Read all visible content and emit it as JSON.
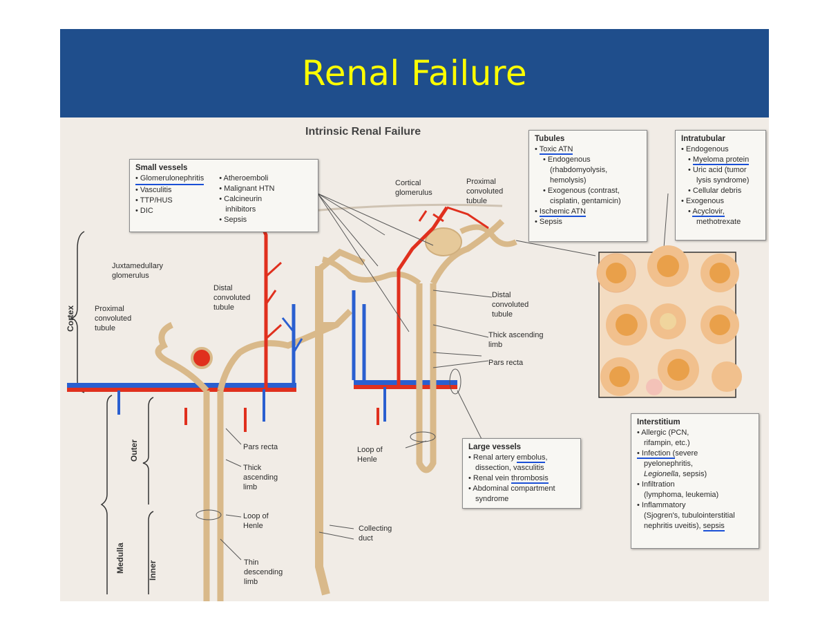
{
  "slide": {
    "title": "Renal Failure"
  },
  "diagram": {
    "title": "Intrinsic Renal Failure",
    "small_vessels": {
      "title": "Small vessels",
      "left_items": [
        "• Glomerulonephritis",
        "• Vasculitis",
        "• TTP/HUS",
        "• DIC"
      ],
      "right_items": [
        "• Atheroemboli",
        "• Malignant HTN",
        "• Calcineurin",
        "inhibitors",
        "• Sepsis"
      ]
    },
    "tubules": {
      "title": "Tubules",
      "toxic": "Toxic ATN",
      "endogenous": "• Endogenous",
      "endogenous_detail_1": "(rhabdomyolysis,",
      "endogenous_detail_2": "hemolysis)",
      "exogenous": "• Exogenous (contrast,",
      "exogenous_detail": "cisplatin, gentamicin)",
      "ischemic": "Ischemic ATN",
      "sepsis": "• Sepsis"
    },
    "intratubular": {
      "title": "Intratubular",
      "endogenous": "• Endogenous",
      "myeloma": "Myeloma protein",
      "uric": "• Uric acid (tumor",
      "uric_detail": "lysis syndrome)",
      "debris": "• Cellular debris",
      "exogenous": "• Exogenous",
      "acyclovir": "Acyclovir,",
      "methotrexate": "methotrexate"
    },
    "interstitium": {
      "title": "Interstitium",
      "allergic": "• Allergic (PCN,",
      "allergic_detail": "rifampin, etc.)",
      "infection": "• Infection (",
      "infection_rest": "severe",
      "infection_detail": "pyelonephritis,",
      "legionella": "Legionella",
      "legionella_rest": ", sepsis)",
      "infiltration": "• Infiltration",
      "infiltration_detail": "(lymphoma, leukemia)",
      "inflammatory": "• Inflammatory",
      "inflammatory_detail_1": "(Sjogren's, tubulointerstitial",
      "inflammatory_detail_2": "nephritis uveitis), ",
      "sepsis": "sepsis"
    },
    "large_vessels": {
      "title": "Large vessels",
      "item1_a": "• Renal artery ",
      "item1_b": "embolus",
      "item1_c": ",",
      "item1_detail": "dissection, vasculitis",
      "item2_a": "• Renal vein ",
      "item2_b": "thrombosis",
      "item3": "• Abdominal compartment",
      "item3_detail": "syndrome"
    },
    "labels": {
      "juxtamedullary": "Juxtamedullary",
      "glomerulus": "glomerulus",
      "proximal_left": "Proximal",
      "convoluted_left": "convoluted",
      "tubule_left": "tubule",
      "distal_left": "Distal",
      "distal_conv_left": "convoluted",
      "distal_tubule_left": "tubule",
      "cortical": "Cortical",
      "cortical_glom": "glomerulus",
      "proximal_right": "Proximal",
      "convoluted_right": "convoluted",
      "tubule_right": "tubule",
      "distal_right": "Distal",
      "distal_conv_right": "convoluted",
      "distal_tubule_right": "tubule",
      "thick_asc_right": "Thick ascending",
      "limb_right": "limb",
      "pars_recta_right": "Pars recta",
      "pars_recta_left": "Pars recta",
      "thick_left": "Thick",
      "ascending_left": "ascending",
      "limb_left": "limb",
      "loop_left": "Loop of",
      "henle_left": "Henle",
      "loop_mid": "Loop of",
      "henle_mid": "Henle",
      "collecting": "Collecting",
      "duct": "duct",
      "thin": "Thin",
      "descending": "descending",
      "thin_limb": "limb",
      "cortex": "Cortex",
      "outer": "Outer",
      "inner": "Inner",
      "medulla": "Medulla"
    },
    "colors": {
      "header_bg": "#1f4e8c",
      "title_text": "#ffff00",
      "artery": "#e0301e",
      "vein": "#2a5fd0",
      "tubule": "#d9b98a",
      "underline": "#1a4fd6"
    }
  }
}
